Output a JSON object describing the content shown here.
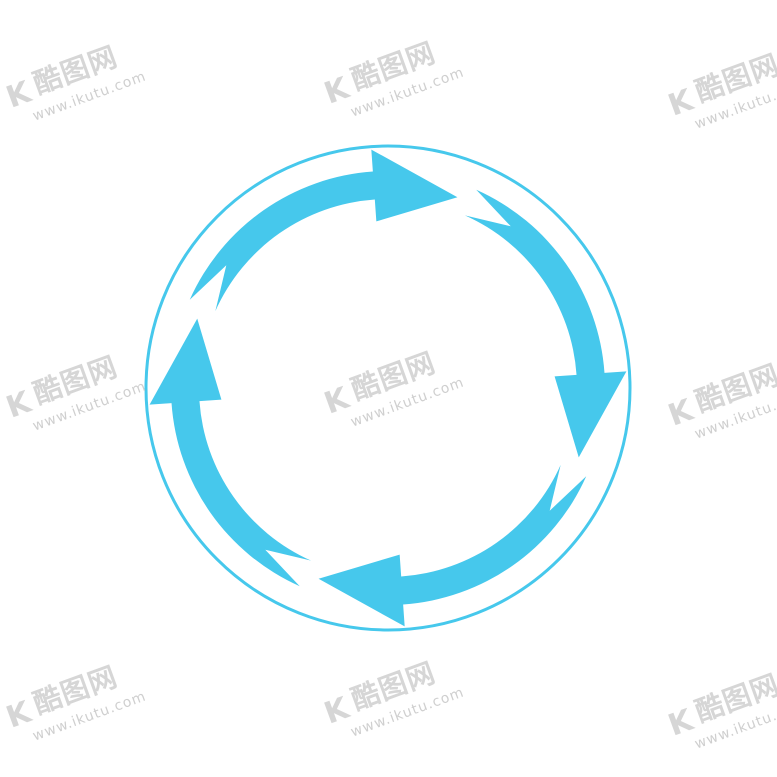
{
  "diagram": {
    "type": "cycle",
    "arrow_count": 4,
    "direction": "clockwise",
    "colors": {
      "background": "#ffffff",
      "accent": "#46c8ec",
      "outer_ring": "#46c8ec"
    }
  },
  "watermark": {
    "logo_glyph": "K",
    "name": "酷图网",
    "url": "www.ikutu.com",
    "color": "#d6d6d6"
  }
}
